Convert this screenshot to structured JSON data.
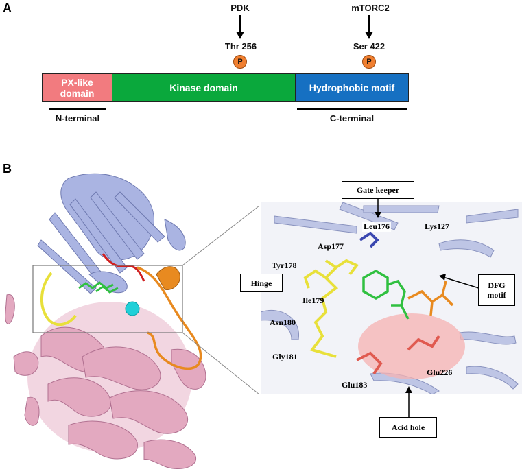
{
  "panels": {
    "a": "A",
    "b": "B"
  },
  "kinases": [
    {
      "name": "PDK",
      "site": "Thr 256",
      "badge": "P"
    },
    {
      "name": "mTORC2",
      "site": "Ser 422",
      "badge": "P"
    }
  ],
  "domains": [
    {
      "label": "PX-like domain",
      "line1": "PX-like",
      "line2": "domain",
      "color": "#f27b7f"
    },
    {
      "label": "Kinase domain",
      "color": "#0aa83c"
    },
    {
      "label": "Hydrophobic motif",
      "color": "#1670c2"
    }
  ],
  "terminals": {
    "n": "N-terminal",
    "c": "C-terminal"
  },
  "structure_labels": {
    "gate_keeper": "Gate keeper",
    "hinge": "Hinge",
    "dfg_line1": "DFG",
    "dfg_line2": "motif",
    "acid_hole": "Acid hole"
  },
  "residues": {
    "leu176": "Leu176",
    "lys127": "Lys127",
    "asp177": "Asp177",
    "tyr178": "Tyr178",
    "ile179": "Ile179",
    "asn180": "Asn180",
    "gly181": "Gly181",
    "glu183": "Glu183",
    "glu226": "Glu226"
  },
  "colors": {
    "px_domain": "#f27b7f",
    "kinase_domain": "#0aa83c",
    "hydrophobic_motif": "#1670c2",
    "phospho_badge": "#f07f30",
    "n_lobe": "#aab4e0",
    "c_lobe": "#e0a8c0",
    "hinge_yellow": "#e8e03a",
    "ligand_green": "#30c040",
    "loop_orange": "#e88a20",
    "ion_cyan": "#20d0d8",
    "acid_hole_pink": "#f6b2b2"
  }
}
